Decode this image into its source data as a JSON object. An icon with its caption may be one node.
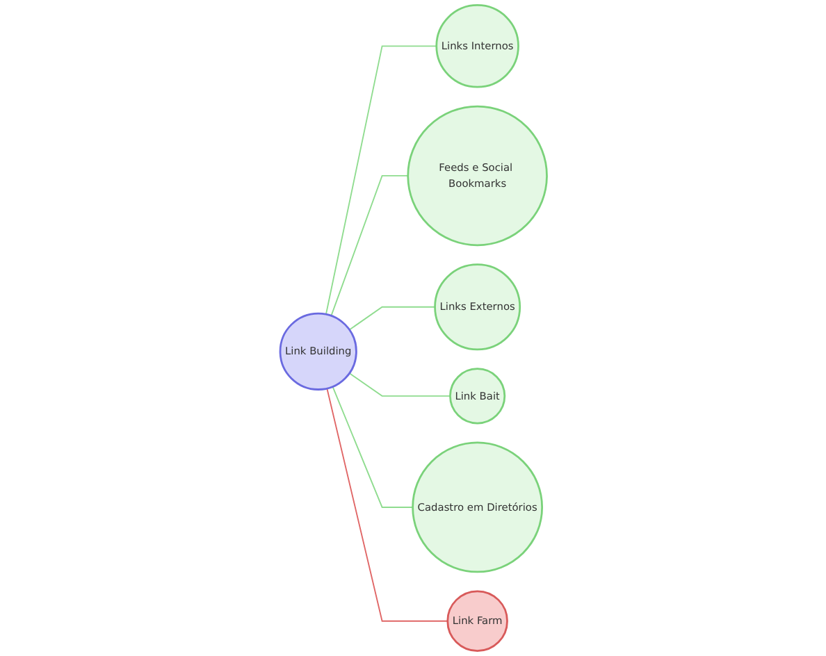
{
  "diagram": {
    "nodes": [
      {
        "text": [
          "Link Building"
        ]
      },
      {
        "text": [
          "Links Internos"
        ]
      },
      {
        "text": [
          "Feeds e Social Bookmarks"
        ]
      },
      {
        "text": [
          "Links Externos"
        ]
      },
      {
        "text": [
          "Link Bait"
        ]
      },
      {
        "text": [
          "Cadastro em Diretórios"
        ]
      },
      {
        "text": [
          "Link Farm"
        ]
      }
    ],
    "edges": [
      {
        "from": 0,
        "to": 1,
        "arrow": "none"
      },
      {
        "from": 0,
        "to": 2,
        "arrow": "none"
      },
      {
        "from": 0,
        "to": 3,
        "arrow": "none"
      },
      {
        "from": 0,
        "to": 4,
        "arrow": "none"
      },
      {
        "from": 0,
        "to": 5,
        "arrow": "none"
      },
      {
        "from": 0,
        "to": 6,
        "arrow": "none",
        "color": "#e06666"
      }
    ]
  }
}
